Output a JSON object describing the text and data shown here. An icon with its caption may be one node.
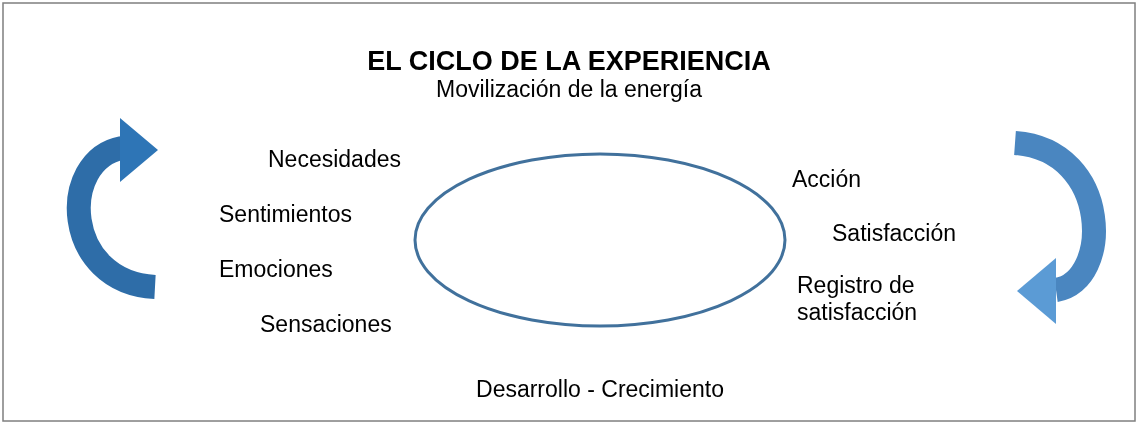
{
  "diagram": {
    "title": "EL CICLO DE LA EXPERIENCIA",
    "nodes": [
      {
        "text": [],
        "shape": "ellipse"
      }
    ],
    "labels": [
      "Movilización de la energía",
      "Necesidades",
      "Acción",
      "Sentimientos",
      "Satisfacción",
      "Emociones",
      "Registro de satisfacción",
      "Sensaciones",
      "Desarrollo - Crecimiento"
    ]
  }
}
